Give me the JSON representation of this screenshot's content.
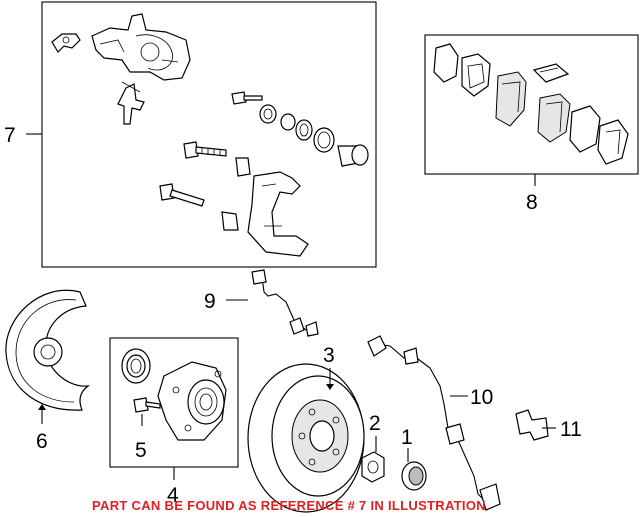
{
  "callouts": {
    "c1": "1",
    "c2": "2",
    "c3": "3",
    "c4": "4",
    "c5": "5",
    "c6": "6",
    "c7": "7",
    "c8": "8",
    "c9": "9",
    "c10": "10",
    "c11": "11"
  },
  "footnote": "PART CAN BE FOUND AS REFERENCE # 7 IN ILLUSTRATION",
  "colors": {
    "footnote": "#e02020",
    "lines": "#000000",
    "background": "#ffffff"
  }
}
